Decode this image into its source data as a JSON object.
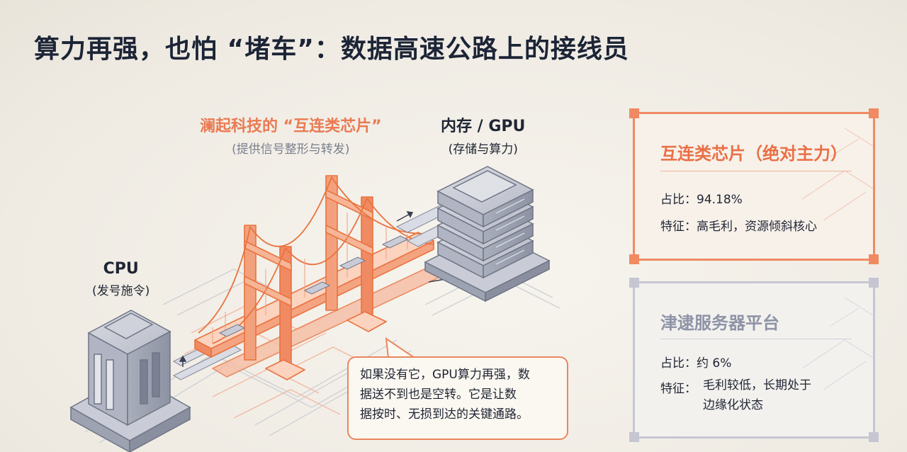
{
  "title": "算力再强，也怕 “堵车”：数据高速公路上的接线员",
  "bridge_label": {
    "main": "澜起科技的 “互连类芯片”",
    "sub": "(提供信号整形与转发)"
  },
  "memory_label": {
    "main": "内存 / GPU",
    "sub": "(存储与算力)"
  },
  "cpu_label": {
    "main": "CPU",
    "sub": "(发号施令)"
  },
  "callout": {
    "line1": "如果没有它，GPU算力再强，数",
    "line2": "据送不到也是空转。它是让数",
    "line3": "据按时、无损到达的关键通路。"
  },
  "card_interconnect": {
    "title": "互连类芯片（绝对主力）",
    "share_key": "占比：",
    "share_value": "94.18%",
    "feature_key": "特征：",
    "feature_value": "高毛利，资源倾斜核心"
  },
  "card_jinsu": {
    "title": "津逮服务器平台",
    "share_key": "占比：",
    "share_value": "约 6%",
    "feature_key": "特征：",
    "feature_line1": "毛利较低，长期处于",
    "feature_line2": "边缘化状态"
  },
  "colors": {
    "accent_orange": "#f08a62",
    "muted_gray": "#c6c6d2",
    "title_dark": "#1c2436"
  }
}
